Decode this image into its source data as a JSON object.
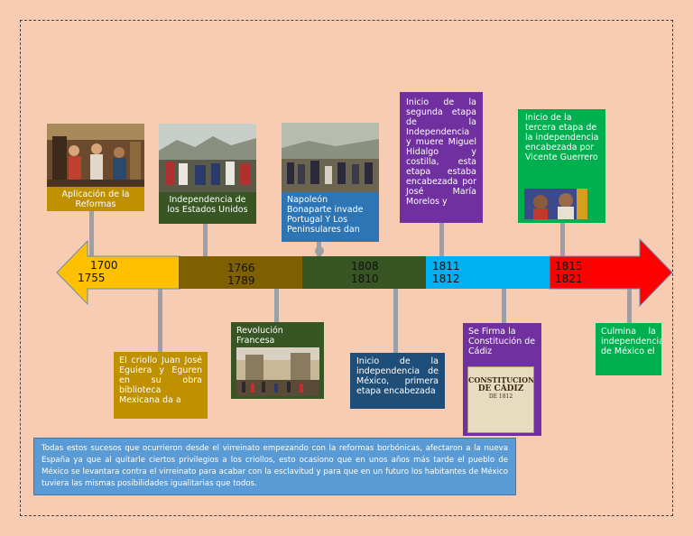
{
  "colors": {
    "background": "#f7ccb2",
    "yellow": "#ffc000",
    "brown": "#7f6000",
    "dark_green": "#375623",
    "cyan": "#00b0f0",
    "red": "#ff0000",
    "mustard": "#bf9000",
    "navy": "#1f4e79",
    "blue": "#2e75b6",
    "purple": "#7030a0",
    "green": "#00b050",
    "summary_blue": "#5b9bd5"
  },
  "timeline": {
    "segments": [
      {
        "line1": "1700",
        "line2": "1755"
      },
      {
        "line1": "1766",
        "line2": "1789"
      },
      {
        "line1": "1808",
        "line2": "1810"
      },
      {
        "line1": "1811",
        "line2": "1812"
      },
      {
        "line1": "1815",
        "line2": "1821"
      }
    ]
  },
  "events_above": [
    {
      "text": "Aplicación de la Reformas",
      "image": "painting-of-colonial-workers"
    },
    {
      "text": "Independencia de los Estados Unidos",
      "image": "painting-of-surrender"
    },
    {
      "text": "Napoleón Bonaparte invade Portugal Y Los Peninsulares dan",
      "image": "painting-of-battle"
    },
    {
      "text": "Inicio de la segunda etapa de la Independencia y muere Miguel Hidalgo y costilla, esta etapa estaba encabezada por José María Morelos y"
    },
    {
      "text": "Inicio de la tercera etapa de la independencia encabezada por Vicente Guerrero",
      "image": "mural-portrait"
    }
  ],
  "events_below": [
    {
      "text": "El criollo Juan José Eguiera y Eguren en su obra biblioteca Mexicana da a"
    },
    {
      "text": "Revolución Francesa",
      "image": "painting-of-bastille"
    },
    {
      "text": "Inicio de la independencia de México, primera etapa encabezada"
    },
    {
      "text": "Se Firma la Constitución de Cádiz",
      "image_title": "CONSTITUCION",
      "image_sub": "DE CÁDIZ",
      "image_year": "DE 1812"
    },
    {
      "text": "Culmina la independencia de México el"
    }
  ],
  "summary": "Todas estos sucesos que ocurrieron desde el virreinato empezando con la reformas borbónicas, afectaron a la nueva España ya que al quitarle ciertos privilegios a los criollos, esto ocasiono que en unos años más tarde el pueblo de México se levantara contra el virreinato para acabar con la esclavitud y para que en un futuro  los habitantes de México tuviera las mismas posibilidades igualitarias que todos."
}
